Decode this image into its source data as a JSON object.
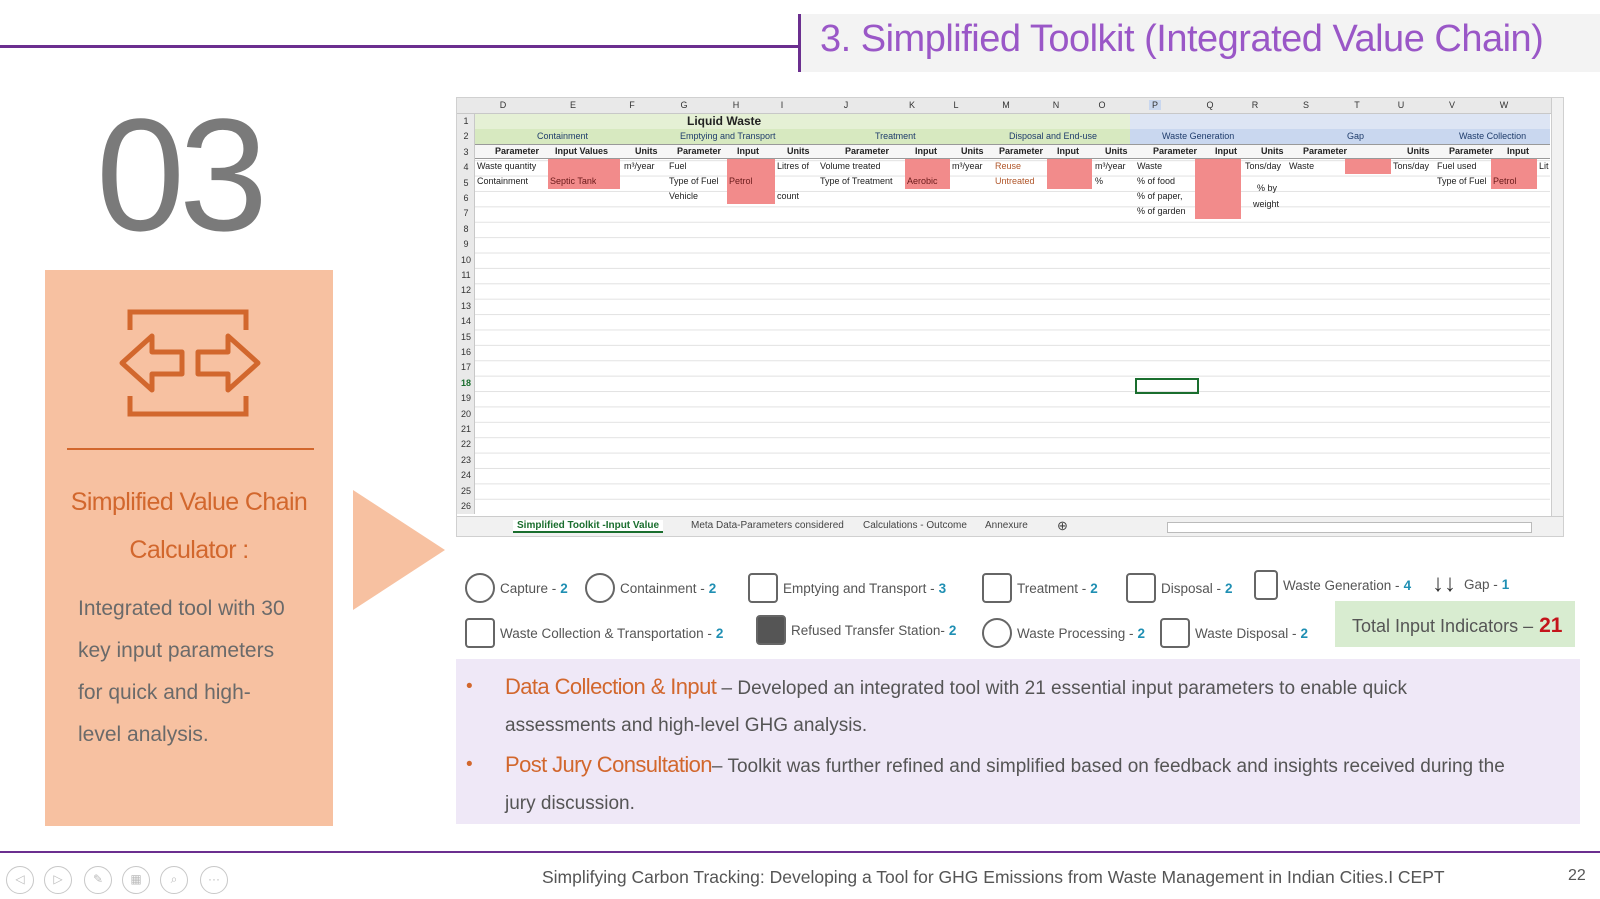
{
  "header": {
    "title": "3. Simplified Toolkit (Integrated Value Chain)"
  },
  "left": {
    "big_number": "03",
    "icon": "exchange-arrows-icon",
    "title_line1": "Simplified Value Chain",
    "title_line2": "Calculator :",
    "desc": [
      "Integrated tool with 30",
      "key input parameters",
      "for quick and high-",
      "level analysis."
    ]
  },
  "sheet": {
    "columns": [
      "D",
      "E",
      "F",
      "G",
      "H",
      "I",
      "J",
      "K",
      "L",
      "M",
      "N",
      "O",
      "P",
      "Q",
      "R",
      "S",
      "T",
      "U",
      "V",
      "W"
    ],
    "rows": [
      "1",
      "2",
      "3",
      "4",
      "5",
      "6",
      "7",
      "8",
      "9",
      "10",
      "11",
      "12",
      "13",
      "14",
      "15",
      "16",
      "17",
      "18",
      "19",
      "20",
      "21",
      "22",
      "23",
      "24",
      "25",
      "26"
    ],
    "title": "Liquid Waste",
    "sections": [
      "Containment",
      "Emptying and Transport",
      "Treatment",
      "Disposal and End-use",
      "Waste Generation",
      "Gap",
      "Waste  Collection"
    ],
    "headers": [
      "Parameter",
      "Input Values",
      "Units",
      "Parameter",
      "Input",
      "Units",
      "Parameter",
      "Input",
      "Units",
      "Parameter",
      "Input",
      "Units",
      "Parameter",
      "Input",
      "Units",
      "Parameter",
      "Units",
      "Parameter",
      "Input"
    ],
    "cells": {
      "waste_quantity": "Waste quantity",
      "containment": "Containment",
      "septic_tank": "Septic Tank",
      "m3_year": "m³/year",
      "fuel": "Fuel",
      "type_of_fuel": "Type of Fuel",
      "vehicle": "Vehicle",
      "petrol": "Petrol",
      "litres_of": "Litres of",
      "count": "count",
      "volume_treated": "Volume treated",
      "type_of_treatment": "Type of Treatment",
      "aerobic": "Aerobic",
      "m3_year2": "m³/year",
      "reuse": "Reuse",
      "untreated": "Untreated",
      "m3_year3": "m³/year",
      "percent": "%",
      "waste": "Waste",
      "pct_food": "% of food",
      "pct_paper": "% of paper,",
      "pct_garden": "% of garden",
      "tons_day": "Tons/day",
      "pct_by": "% by",
      "weight": "weight",
      "gap_waste": "Waste",
      "gap_tons": "Tons/day",
      "fuel_used": "Fuel used",
      "type_of_fuel2": "Type of Fuel",
      "petrol2": "Petrol",
      "lit": "Lit"
    },
    "tabs": [
      "Simplified Toolkit -Input Value",
      "Meta Data-Parameters considered",
      "Calculations - Outcome",
      "Annexure"
    ]
  },
  "indicators": [
    {
      "label": "Capture -",
      "value": "2",
      "icon": "camera-capture-icon"
    },
    {
      "label": "Containment -",
      "value": "2",
      "icon": "containment-tank-icon"
    },
    {
      "label": "Emptying and Transport -",
      "value": "3",
      "icon": "truck-icon"
    },
    {
      "label": "Treatment  -",
      "value": "2",
      "icon": "treatment-plant-icon"
    },
    {
      "label": "Disposal  -",
      "value": "2",
      "icon": "disposal-icon"
    },
    {
      "label": "Waste Generation  -",
      "value": "4",
      "icon": "waste-bin-icon"
    },
    {
      "label": "Gap -",
      "value": "1",
      "icon": "gap-arrows-icon"
    },
    {
      "label": "Waste  Collection & Transportation -",
      "value": "2",
      "icon": "garbage-truck-icon"
    },
    {
      "label": "Refused Transfer Station-",
      "value": "2",
      "icon": "transfer-station-icon"
    },
    {
      "label": "Waste Processing -",
      "value": "2",
      "icon": "recycle-icon"
    },
    {
      "label": "Waste Disposal -",
      "value": "2",
      "icon": "landfill-icon"
    }
  ],
  "total": {
    "label": "Total Input Indicators –",
    "value": "21"
  },
  "notes": [
    {
      "head": "Data Collection & Input",
      "sep": " –  ",
      "text": "Developed an integrated tool with 21 essential input parameters to enable quick",
      "text2": "assessments and high-level GHG analysis."
    },
    {
      "head": "Post Jury Consultation",
      "sep": "– ",
      "text": "Toolkit was further refined and simplified based on feedback and insights received during the",
      "text2": "jury discussion."
    }
  ],
  "footer": {
    "text": "Simplifying Carbon Tracking: Developing a Tool for GHG Emissions from Waste Management in Indian Cities.I CEPT",
    "page": "22"
  },
  "colors": {
    "accent": "#6b2f8f",
    "title": "#9a57c7",
    "orange": "#d2672d",
    "peach": "#f7c1a1",
    "input_red": "#f28b8b"
  }
}
